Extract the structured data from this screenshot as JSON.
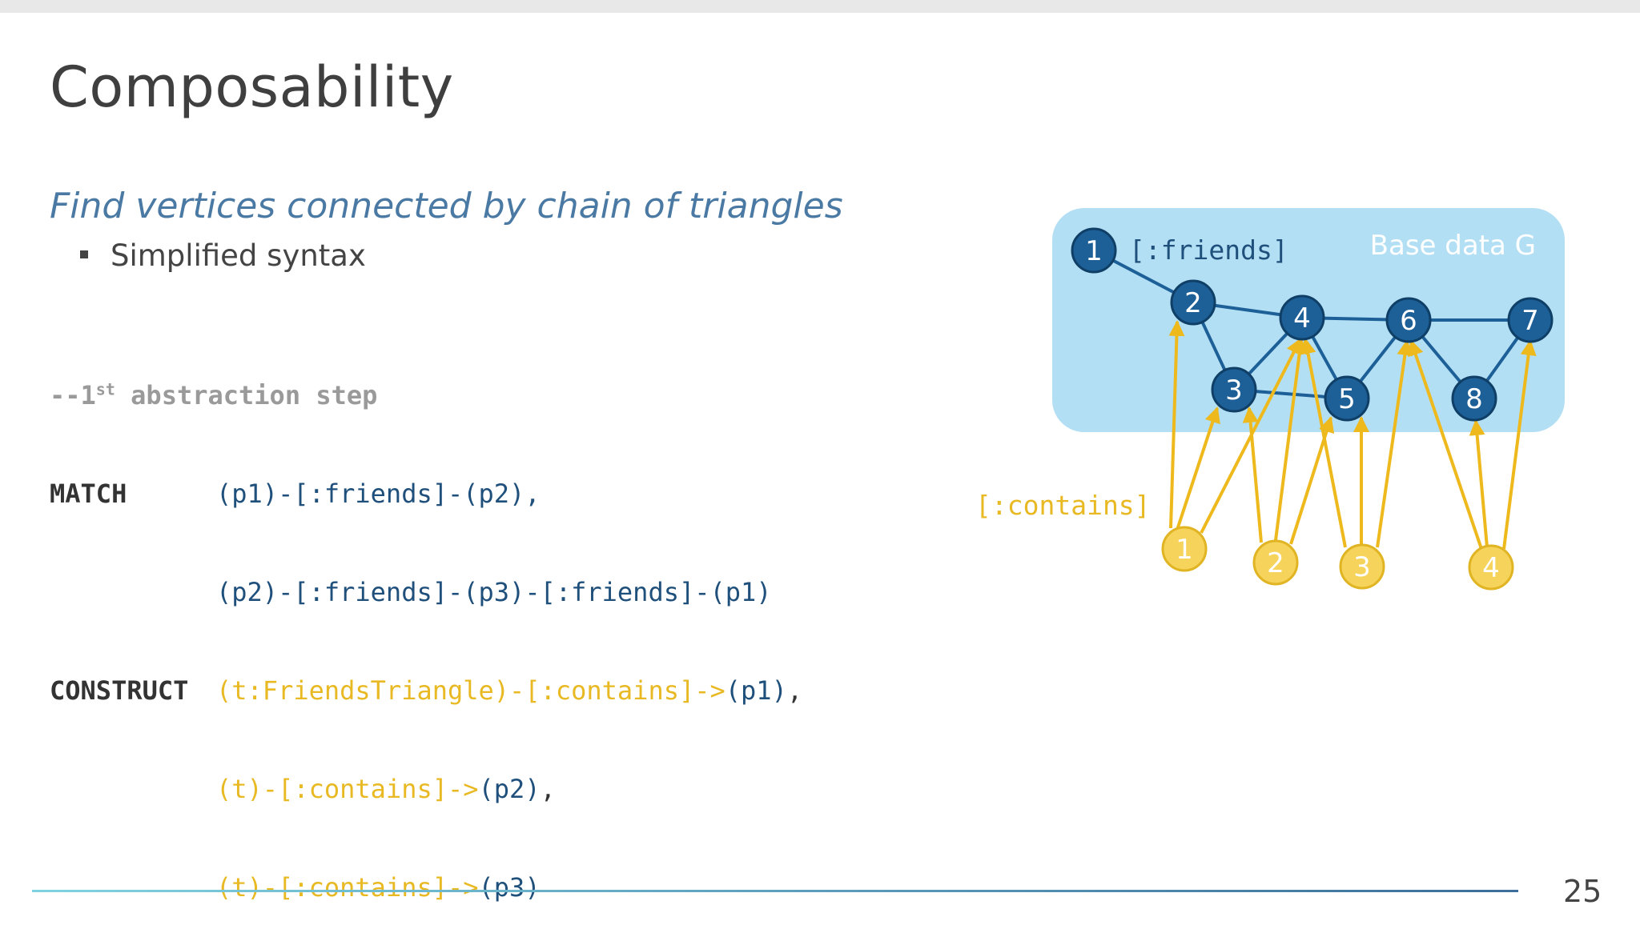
{
  "slide": {
    "title": "Composability",
    "subtitle": "Find vertices connected by chain of triangles",
    "bullet": "Simplified syntax",
    "page_number": "25"
  },
  "code": {
    "comment_prefix": "--1",
    "comment_sup": "st",
    "comment_rest": " abstraction step",
    "match_kw": "MATCH",
    "match_line1": "(p1)-[:friends]-(p2),",
    "match_line2": "(p2)-[:friends]-(p3)-[:friends]-(p1)",
    "construct_kw": "CONSTRUCT",
    "construct_line1_yellow": "(t:FriendsTriangle)-[:contains]->",
    "construct_line1_blue": "(p1)",
    "construct_line1_tail": ",",
    "construct_line2_yellow": "(t)-[:contains]->",
    "construct_line2_blue": "(p2)",
    "construct_line2_tail": ",",
    "construct_line3_yellow": "(t)-[:contains]->",
    "construct_line3_blue": "(p3)"
  },
  "diagram": {
    "base_label": "Base data G",
    "friends_label": "[:friends]",
    "contains_label": "[:contains]",
    "base_nodes": [
      "1",
      "2",
      "3",
      "4",
      "5",
      "6",
      "7",
      "8"
    ],
    "triangle_nodes": [
      "1",
      "2",
      "3",
      "4"
    ],
    "colors": {
      "base_box": "#b3dff4",
      "base_node": "#1d5f97",
      "base_node_stroke": "#0f3f66",
      "triangle_node": "#f6d35a",
      "triangle_stroke": "#e0b422",
      "arrow": "#eeb91d",
      "edge": "#1d5f97"
    }
  }
}
